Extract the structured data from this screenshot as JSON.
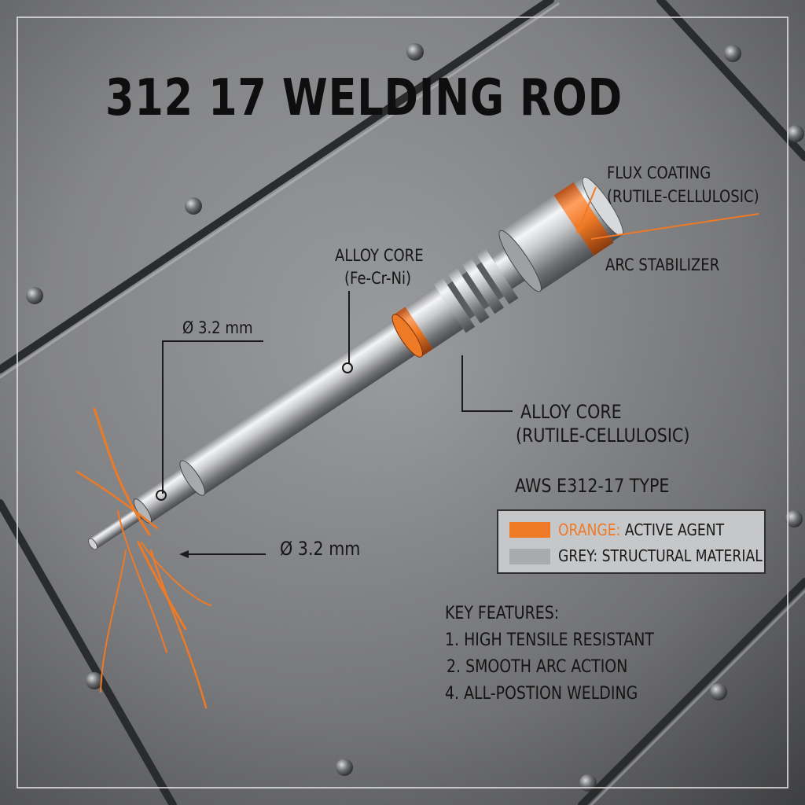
{
  "title": "312 17 WELDING ROD",
  "callouts": {
    "flux_coating_line1": "FLUX COATING",
    "flux_coating_line2": "(RUTILE-CELLULOSIC)",
    "arc_stabilizer": "ARC STABILIZER",
    "alloy_core_top_line1": "ALLOY CORE",
    "alloy_core_top_line2": "(Fe-Cr-Ni)",
    "diameter_top": "Ø 3.2 mm",
    "alloy_core_bottom_line1": "ALLOY CORE",
    "alloy_core_bottom_line2": "(RUTILE-CELLULOSIC)",
    "diameter_bottom": "Ø 3.2 mm"
  },
  "type_label": "AWS E312-17 TYPE",
  "legend": {
    "orange_key": "ORANGE:",
    "orange_desc": " ACTIVE AGENT",
    "grey_key": "GREY:",
    "grey_desc": " STRUCTURAL MATERIAL"
  },
  "features": {
    "heading": "KEY FEATURES:",
    "items": [
      "1. HIGH TENSILE RESISTANT",
      "2.  SMOOTH ARC ACTION",
      "4. ALL-POSTION WELDING"
    ]
  },
  "colors": {
    "accent_orange": "#ef7a26",
    "structural_grey": "#a9aaac",
    "background_metal": "#5f6063"
  }
}
